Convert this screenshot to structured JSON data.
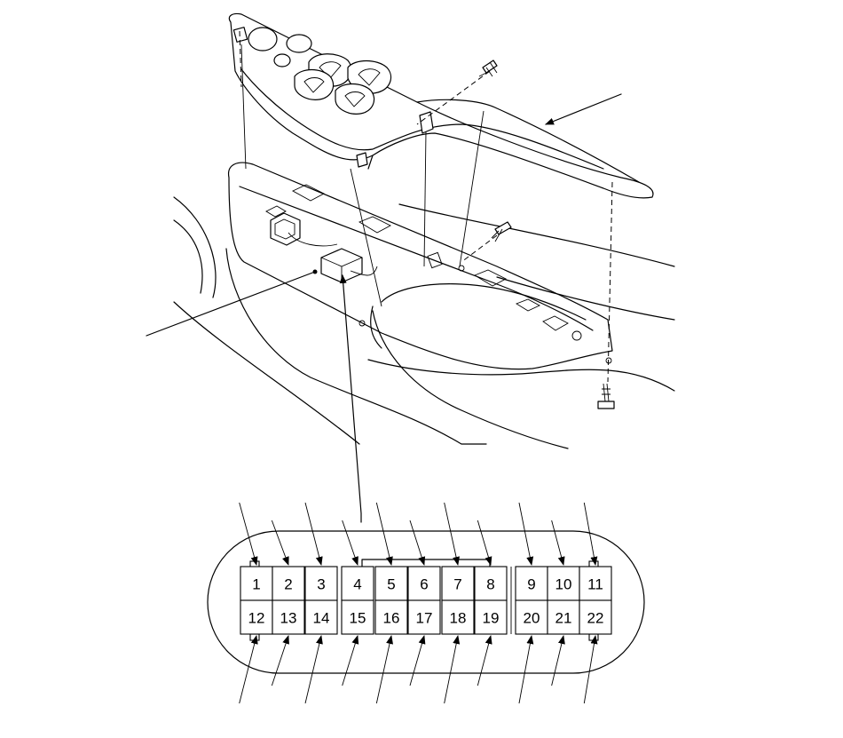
{
  "connector": {
    "top_row": [
      "1",
      "2",
      "3",
      "4",
      "5",
      "6",
      "7",
      "8",
      "9",
      "10",
      "11"
    ],
    "bottom_row": [
      "12",
      "13",
      "14",
      "15",
      "16",
      "17",
      "18",
      "19",
      "20",
      "21",
      "22"
    ]
  }
}
